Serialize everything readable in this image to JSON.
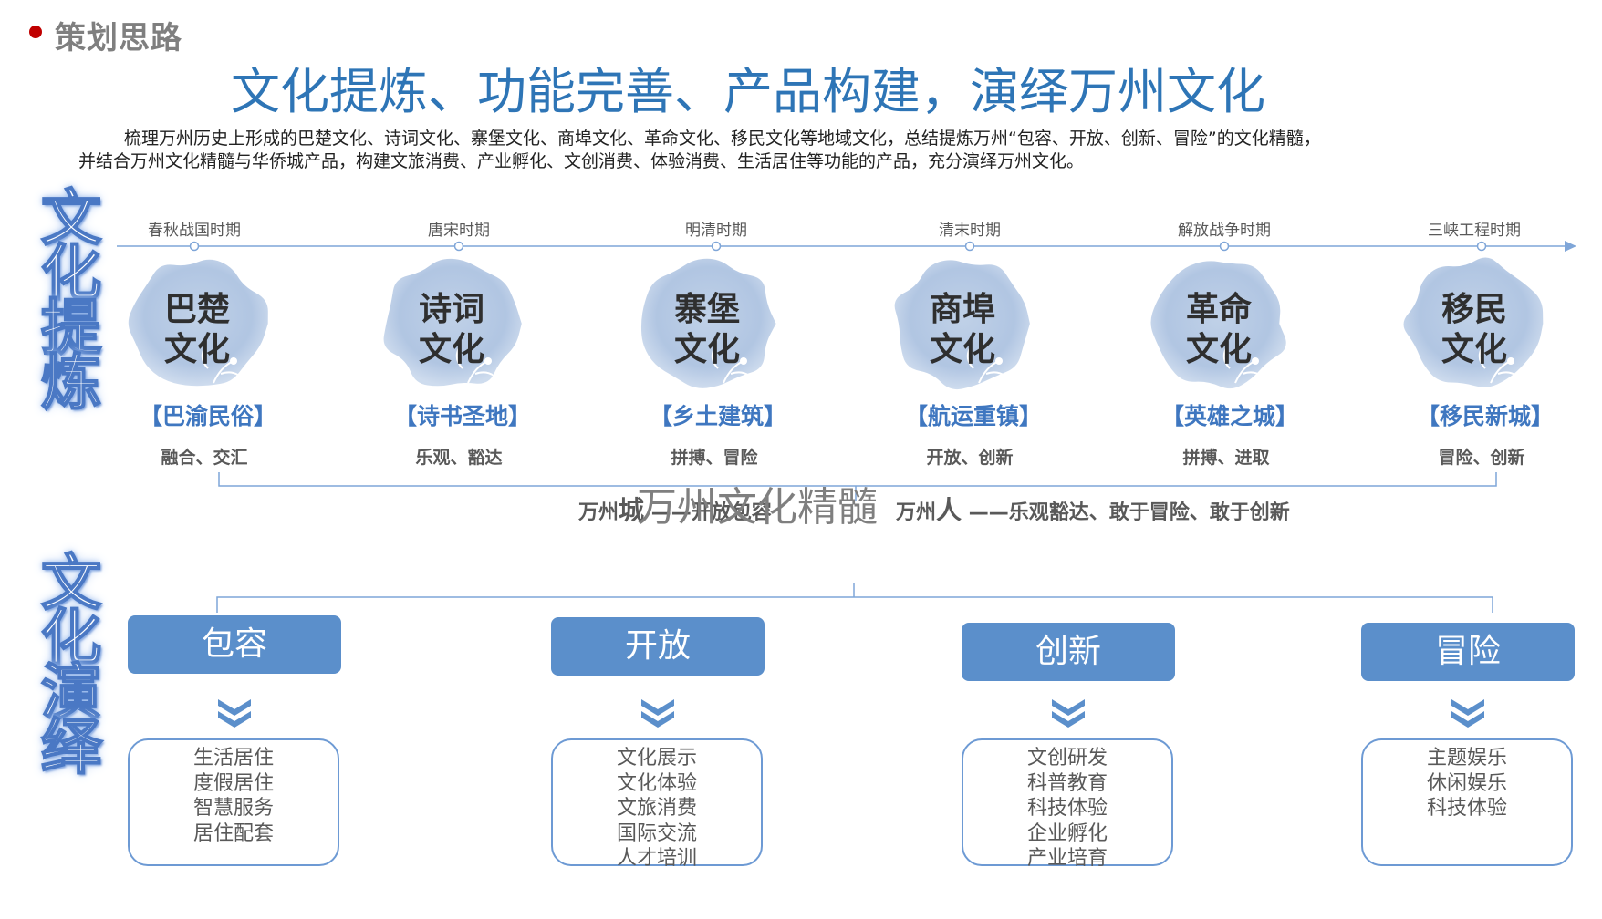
{
  "header": {
    "section_title": "策划思路",
    "headline": "文化提炼、功能完善、产品构建，演绎万州文化",
    "intro_line1": "梳理万州历史上形成的巴楚文化、诗词文化、寨堡文化、商埠文化、革命文化、移民文化等地域文化，总结提炼万州“包容、开放、创新、冒险”的文化精髓，",
    "intro_line2": "并结合万州文化精髓与华侨城产品，构建文旅消费、产业孵化、文创消费、体验消费、生活居住等功能的产品，充分演绎万州文化。"
  },
  "side_labels": {
    "top": "文化提炼",
    "bottom": "文化演绎"
  },
  "colors": {
    "accent_blue": "#2e75b6",
    "pill_blue": "#5b8fcb",
    "timeline_blue": "#7fa6d8",
    "bullet_red": "#c00000"
  },
  "cultures": [
    {
      "era": "春秋战国时期",
      "name_line1": "巴楚",
      "name_line2": "文化",
      "nickname": "【巴渝民俗】",
      "traits": "融合、交汇"
    },
    {
      "era": "唐宋时期",
      "name_line1": "诗词",
      "name_line2": "文化",
      "nickname": "【诗书圣地】",
      "traits": "乐观、豁达"
    },
    {
      "era": "明清时期",
      "name_line1": "寨堡",
      "name_line2": "文化",
      "nickname": "【乡土建筑】",
      "traits": "拼搏、冒险"
    },
    {
      "era": "清末时期",
      "name_line1": "商埠",
      "name_line2": "文化",
      "nickname": "【航运重镇】",
      "traits": "开放、创新"
    },
    {
      "era": "解放战争时期",
      "name_line1": "革命",
      "name_line2": "文化",
      "nickname": "【英雄之城】",
      "traits": "拼搏、进取"
    },
    {
      "era": "三峡工程时期",
      "name_line1": "移民",
      "name_line2": "文化",
      "nickname": "【移民新城】",
      "traits": "冒险、创新"
    }
  ],
  "spirit": {
    "city_prefix": "万州",
    "city_big": "城",
    "city_desc": "——开放包容",
    "people_prefix": "万州",
    "people_big": "人",
    "people_desc": "——乐观豁达、敢于冒险、敢于创新",
    "essence": "万州文化精髓"
  },
  "values": [
    {
      "label": "包容",
      "items": [
        "生活居住",
        "度假居住",
        "智慧服务",
        "居住配套"
      ]
    },
    {
      "label": "开放",
      "items": [
        "文化展示",
        "文化体验",
        "文旅消费",
        "国际交流",
        "人才培训"
      ]
    },
    {
      "label": "创新",
      "items": [
        "文创研发",
        "科普教育",
        "科技体验",
        "企业孵化",
        "产业培育"
      ]
    },
    {
      "label": "冒险",
      "items": [
        "主题娱乐",
        "休闲娱乐",
        "科技体验"
      ]
    }
  ]
}
